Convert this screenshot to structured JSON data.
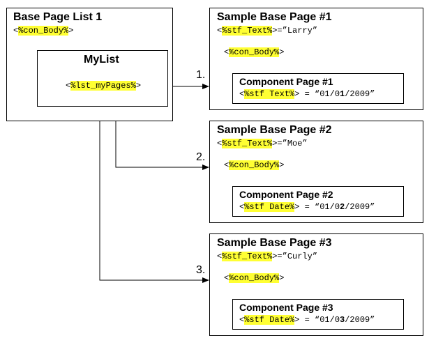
{
  "base_list": {
    "title": "Base Page List 1",
    "body_tag": {
      "open": "<",
      "var": "%con_Body%",
      "close": ">"
    }
  },
  "mylist": {
    "title": "MyList",
    "pages_tag": {
      "open": "<",
      "var": "%lst_myPages%",
      "close": ">"
    }
  },
  "pages": [
    {
      "number": "1.",
      "title": "Sample Base Page #1",
      "text_tag": {
        "open": "<",
        "var": "%stf_Text%",
        "rest": ">=”Larry”"
      },
      "body_tag": {
        "open": "<",
        "var": "%con_Body%",
        "close": ">"
      },
      "component": {
        "title": "Component Page #1",
        "open": "<",
        "var": "%stf Text%",
        "mid": "> = “01/0",
        "bold_digit": "1",
        "tail": "/2009”"
      }
    },
    {
      "number": "2.",
      "title": "Sample Base Page #2",
      "text_tag": {
        "open": "<",
        "var": "%stf_Text%",
        "rest": ">=”Moe”"
      },
      "body_tag": {
        "open": "<",
        "var": "%con_Body%",
        "close": ">"
      },
      "component": {
        "title": "Component Page #2",
        "open": "<",
        "var": "%stf Date%",
        "mid": "> = “01/0",
        "bold_digit": "2",
        "tail": "/2009”"
      }
    },
    {
      "number": "3.",
      "title": "Sample Base Page #3",
      "text_tag": {
        "open": "<",
        "var": "%stf_Text%",
        "rest": ">=”Curly”"
      },
      "body_tag": {
        "open": "<",
        "var": "%con_Body%",
        "close": ">"
      },
      "component": {
        "title": "Component Page #3",
        "open": "<",
        "var": "%stf Date%",
        "mid": "> = “01/0",
        "bold_digit": "3",
        "tail": "/2009”"
      }
    }
  ],
  "colors": {
    "highlight": "#ffff33",
    "line": "#000000"
  }
}
